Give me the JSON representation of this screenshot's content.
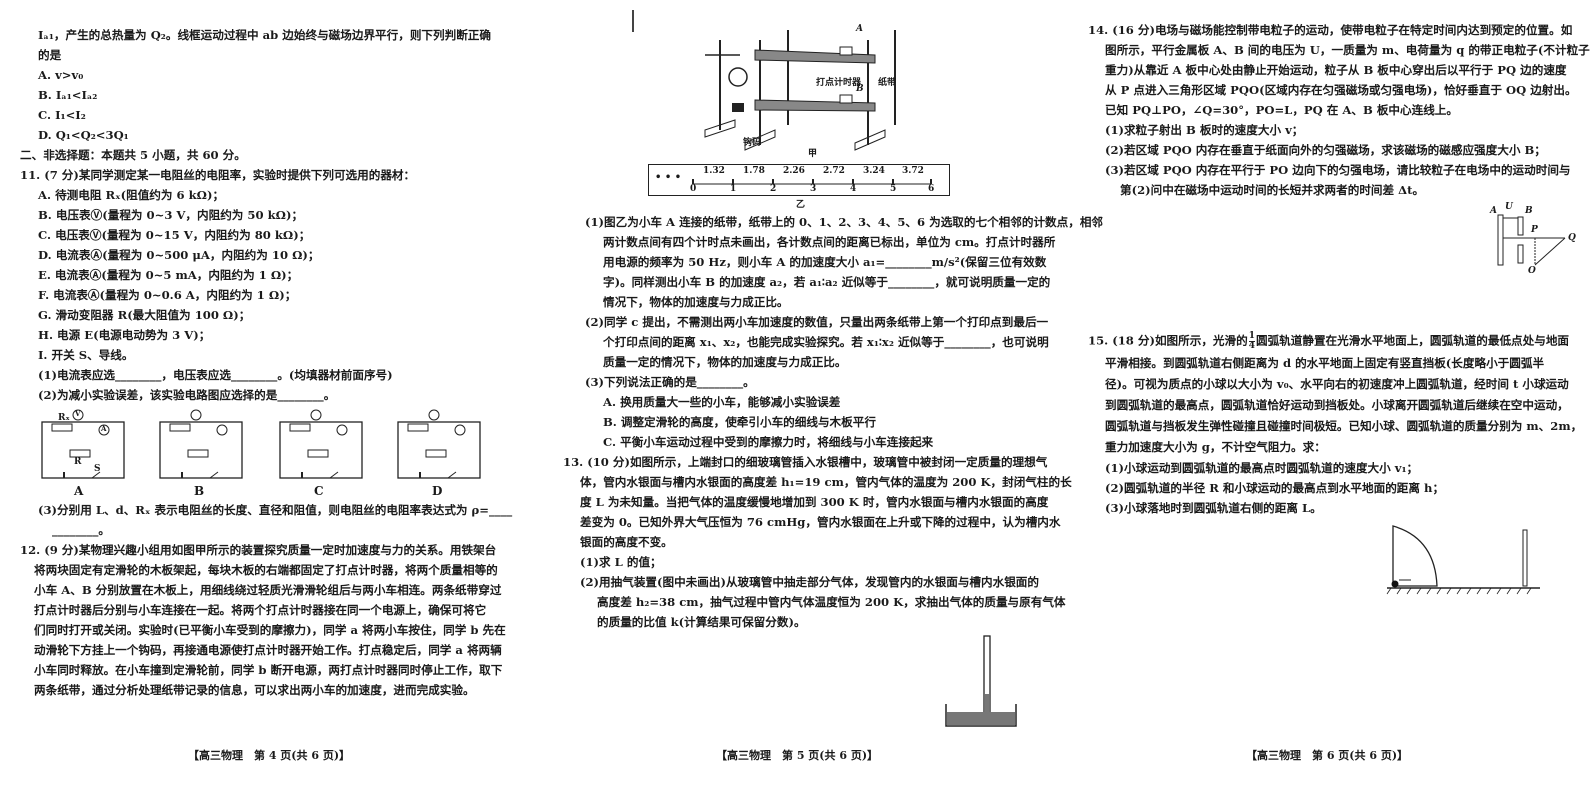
{
  "page4": {
    "lines": [
      "Iₐ₁，产生的总热量为 Q₂。线框运动过程中 ab 边始终与磁场边界平行，则下列判断正确",
      "的是",
      "A. v>v₀",
      "B. Iₐ₁<Iₐ₂",
      "C. I₁<I₂",
      "D. Q₁<Q₂<3Q₁",
      "二、非选择题：本题共 5 小题，共 60 分。",
      "11. (7 分)某同学测定某一电阻丝的电阻率，实验时提供下列可选用的器材：",
      "A. 待测电阻 Rₓ(阻值约为 6 kΩ)；",
      "B. 电压表Ⓥ(量程为 0~3 V，内阻约为 50 kΩ)；",
      "C. 电压表Ⓥ(量程为 0~15 V，内阻约为 80 kΩ)；",
      "D. 电流表Ⓐ(量程为 0~500 μA，内阻约为 10 Ω)；",
      "E. 电流表Ⓐ(量程为 0~5 mA，内阻约为 1 Ω)；",
      "F. 电流表Ⓐ(量程为 0~0.6 A，内阻约为 1 Ω)；",
      "G. 滑动变阻器 R(最大阻值为 100 Ω)；",
      "H. 电源 E(电源电动势为 3 V)；",
      "I. 开关 S、导线。",
      "(1)电流表应选________，电压表应选________。(均填器材前面序号)",
      "(2)为减小实验误差，该实验电路图应选择的是________。",
      "(3)分别用 L、d、Rₓ 表示电阻丝的长度、直径和阻值，则电阻丝的电阻率表达式为 ρ=____",
      "________。",
      "12. (9 分)某物理兴趣小组用如图甲所示的装置探究质量一定时加速度与力的关系。用铁架台",
      "将两块固定有定滑轮的木板架起，每块木板的右端都固定了打点计时器，将两个质量相等的",
      "小车 A、B 分别放置在木板上，用细线绕过轻质光滑滑轮组后与两小车相连。两条纸带穿过",
      "打点计时器后分别与小车连接在一起。将两个打点计时器接在同一个电源上，确保可将它",
      "们同时打开或关闭。实验时(已平衡小车受到的摩擦力)，同学 a 将两小车按住，同学 b 先在",
      "动滑轮下方挂上一个钩码，再接通电源使打点计时器开始工作。打点稳定后，同学 a 将两辆",
      "小车同时释放。在小车撞到定滑轮前，同学 b 断开电源，两打点计时器同时停止工作，取下",
      "两条纸带，通过分析处理纸带记录的信息，可以求出两小车的加速度，进而完成实验。"
    ],
    "circuits": {
      "labels": [
        "A",
        "B",
        "C",
        "D"
      ],
      "rx": "Rₓ",
      "r": "R",
      "s": "S",
      "v": "V",
      "a": "A"
    },
    "footer": "【高三物理　第 4 页(共 6 页)】"
  },
  "page5": {
    "figure_a": {
      "caption": "甲",
      "timer": "打点计时器",
      "tape": "纸带",
      "weight": "钩码",
      "car_a": "A",
      "car_b": "B"
    },
    "tape": {
      "caption": "乙",
      "distances": [
        "1.32",
        "1.78",
        "2.26",
        "2.72",
        "3.24",
        "3.72"
      ],
      "points": [
        "0",
        "1",
        "2",
        "3",
        "4",
        "5",
        "6"
      ],
      "dots": "• • •"
    },
    "lines": [
      "(1)图乙为小车 A 连接的纸带，纸带上的 0、1、2、3、4、5、6 为选取的七个相邻的计数点，相邻",
      "两计数点间有四个计时点未画出，各计数点间的距离已标出，单位为 cm。打点计时器所",
      "用电源的频率为 50 Hz，则小车 A 的加速度大小 a₁=________m/s²(保留三位有效数",
      "字)。同样测出小车 B 的加速度 a₂，若 a₁∶a₂ 近似等于________，就可说明质量一定的",
      "情况下，物体的加速度与力成正比。",
      "(2)同学 c 提出，不需测出两小车加速度的数值，只量出两条纸带上第一个打印点到最后一",
      "个打印点间的距离 x₁、x₂，也能完成实验探究。若 x₁∶x₂ 近似等于________，也可说明",
      "质量一定的情况下，物体的加速度与力成正比。",
      "(3)下列说法正确的是________。",
      "A. 换用质量大一些的小车，能够减小实验误差",
      "B. 调整定滑轮的高度，使牵引小车的细线与木板平行",
      "C. 平衡小车运动过程中受到的摩擦力时，将细线与小车连接起来",
      "13. (10 分)如图所示，上端封口的细玻璃管插入水银槽中，玻璃管中被封闭一定质量的理想气",
      "体，管内水银面与槽内水银面的高度差 h₁=19 cm，管内气体的温度为 200 K，封闭气柱的长",
      "度 L 为未知量。当把气体的温度缓慢地增加到 300 K 时，管内水银面与槽内水银面的高度",
      "差变为 0。已知外界大气压恒为 76 cmHg，管内水银面在上升或下降的过程中，认为槽内水",
      "银面的高度不变。",
      "(1)求 L 的值；",
      "(2)用抽气装置(图中未画出)从玻璃管中抽走部分气体，发现管内的水银面与槽内水银面的",
      "高度差 h₂=38 cm，抽气过程中管内气体温度恒为 200 K，求抽出气体的质量与原有气体",
      "的质量的比值 k(计算结果可保留分数)。"
    ],
    "footer": "【高三物理　第 5 页(共 6 页)】"
  },
  "page6": {
    "lines": [
      "14. (16 分)电场与磁场能控制带电粒子的运动，使带电粒子在特定时间内达到预定的位置。如",
      "图所示，平行金属板 A、B 间的电压为 U，一质量为 m、电荷量为 q 的带正电粒子(不计粒子",
      "重力)从靠近 A 板中心处由静止开始运动，粒子从 B 板中心穿出后以平行于 PQ 边的速度",
      "从 P 点进入三角形区域 PQO(区域内存在匀强磁场或匀强电场)，恰好垂直于 OQ 边射出。",
      "已知 PQ⊥PO，∠Q=30°，PO=L，PQ 在 A、B 板中心连线上。",
      "(1)求粒子射出 B 板时的速度大小 v；",
      "(2)若区域 PQO 内存在垂直于纸面向外的匀强磁场，求该磁场的磁感应强度大小 B；",
      "(3)若区域 PQO 内存在平行于 PO 边向下的匀强电场，请比较粒子在电场中的运动时间与",
      "第(2)问中在磁场中运动时间的长短并求两者的时间差 Δt。"
    ],
    "fig14": {
      "a": "A",
      "b": "B",
      "u": "U",
      "p": "P",
      "q": "Q",
      "o": "O"
    },
    "q15": {
      "head_pre": "15. (18 分)如图所示，光滑的",
      "frac_num": "1",
      "frac_den": "4",
      "head_post": "圆弧轨道静置在光滑水平地面上，圆弧轨道的最低点处与地面",
      "lines": [
        "平滑相接。到圆弧轨道右侧距离为 d 的水平地面上固定有竖直挡板(长度略小于圆弧半",
        "径)。可视为质点的小球以大小为 v₀、水平向右的初速度冲上圆弧轨道，经时间 t 小球运动",
        "到圆弧轨道的最高点，圆弧轨道恰好运动到挡板处。小球离开圆弧轨道后继续在空中运动，",
        "圆弧轨道与挡板发生弹性碰撞且碰撞时间极短。已知小球、圆弧轨道的质量分别为 m、2m，",
        "重力加速度大小为 g，不计空气阻力。求：",
        "(1)小球运动到圆弧轨道的最高点时圆弧轨道的速度大小 v₁；",
        "(2)圆弧轨道的半径 R 和小球运动的最高点到水平地面的距离 h；",
        "(3)小球落地时到圆弧轨道右侧的距离 L。"
      ]
    },
    "footer": "【高三物理　第 6 页(共 6 页)】"
  }
}
